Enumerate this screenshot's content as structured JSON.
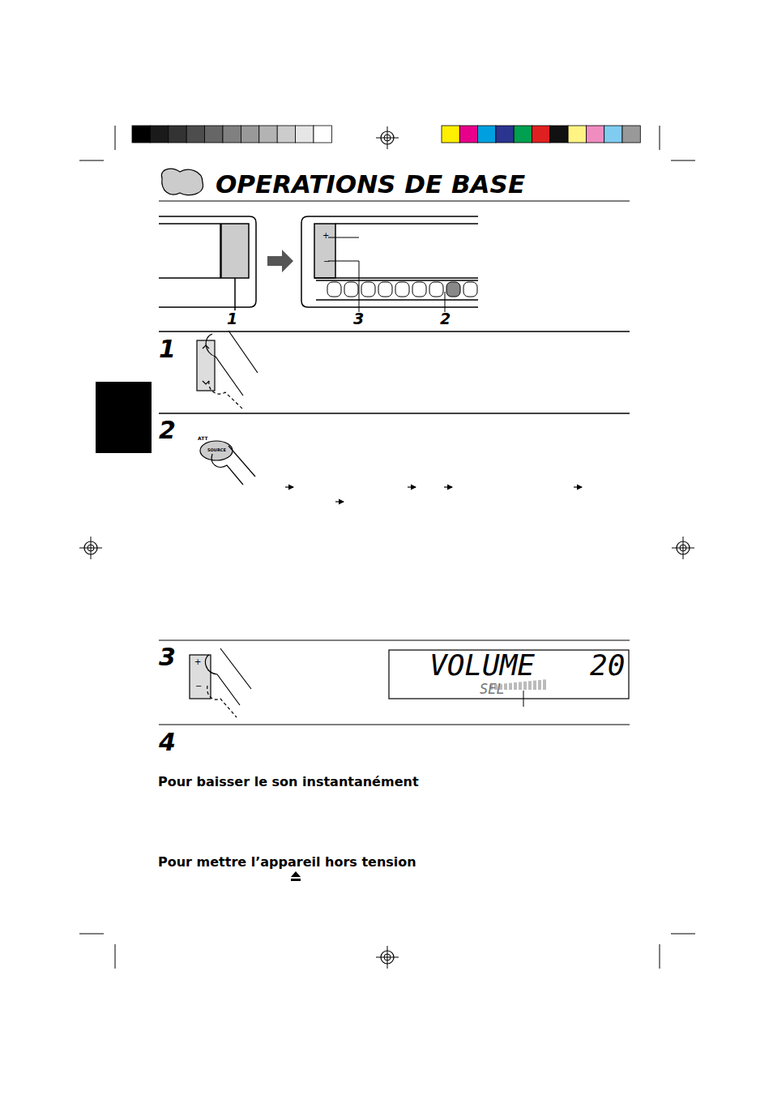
{
  "diagram": {
    "title": "OPERATIONS DE BASE",
    "labels": [
      "1",
      "3",
      "2",
      "1",
      "2",
      "ATT",
      "SOURCE",
      "3",
      "+",
      "−",
      "VOLUME",
      "20",
      "SEL",
      "4",
      "Pour baisser le son instantanément",
      "Pour mettre l’appareil hors tension",
      "+",
      "−"
    ]
  }
}
